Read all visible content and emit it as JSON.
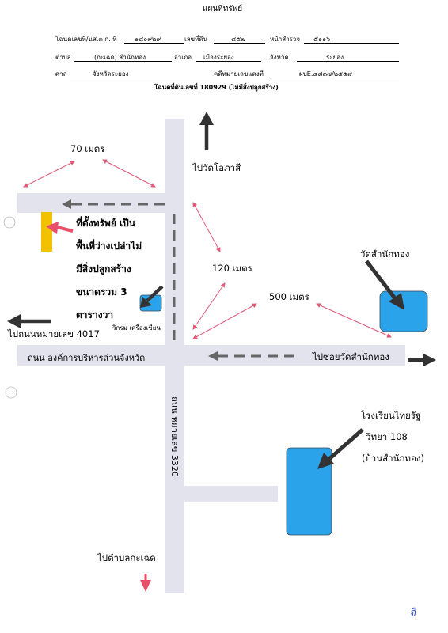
{
  "header": {
    "title": "แผนที่ทรัพย์",
    "deed_label": "โฉนดเลขที่/นส.๓ ก. ที่",
    "deed_value": "๑๘๐๙๒๙",
    "land_no_label": "เลขที่ดิน",
    "land_no_value": "๘๕๗",
    "survey_page_label": "หน้าสำรวจ",
    "survey_page_value": "๕๑๑๖",
    "subdistrict_label": "ตำบล",
    "subdistrict_value": "(กะเฉด) สำนักทอง",
    "district_label": "อำเภอ",
    "district_value": "เมืองระยอง",
    "province_label": "จังหวัด",
    "province_value": "ระยอง",
    "court_label": "ศาล",
    "court_value": "จังหวัดระยอง",
    "case_label": "คดีหมายเลขแดงที่",
    "case_value": "ผบE.๔๘๓๗/๒๕๕๙",
    "subtitle": "โฉนดที่ดินเลขที่ 180929 (ไม่มีสิ่งปลูกสร้าง)"
  },
  "labels": {
    "dist_70": "70 เมตร",
    "to_wat_opasi": "ไปวัดโอภาสี",
    "property_line1": "ที่ตั้งทรัพย์ เป็น",
    "property_line2": "พื้นที่ว่างเปล่าไม่",
    "property_line3": "มีสิ่งปลูกสร้าง",
    "property_line4": "ขนาดรวม 3",
    "property_line5": "ตารางวา",
    "dist_120": "120 เมตร",
    "dist_500": "500 เมตร",
    "wat_samnak_thong": "วัดสำนักทอง",
    "wikrom": "วิกรม เครื่องเขียน",
    "to_road_4017": "ไปถนนหมายเลข 4017",
    "road_obj": "ถนน องค์การบริหารส่วนจังหวัด",
    "to_soi_wat": "ไปซอยวัดสำนักทอง",
    "road_3320": "ถนน หมายเลข 3320",
    "school_line1": "โรงเรียนไทยรัฐ",
    "school_line2": "วิทยา 108",
    "school_line3": "(บ้านสำนักทอง)",
    "to_kachet": "ไปตำบลกะเฉด",
    "signature": "จิ"
  },
  "colors": {
    "road": "#e3e3ee",
    "property": "#f2c200",
    "building": "#2aa3ea",
    "building_stroke": "#3a4a55",
    "arrow_dark": "#333333",
    "arrow_red": "#e8506a",
    "dimension": "#e05a78",
    "dashed": "#666666",
    "signature": "#3b53c8"
  }
}
